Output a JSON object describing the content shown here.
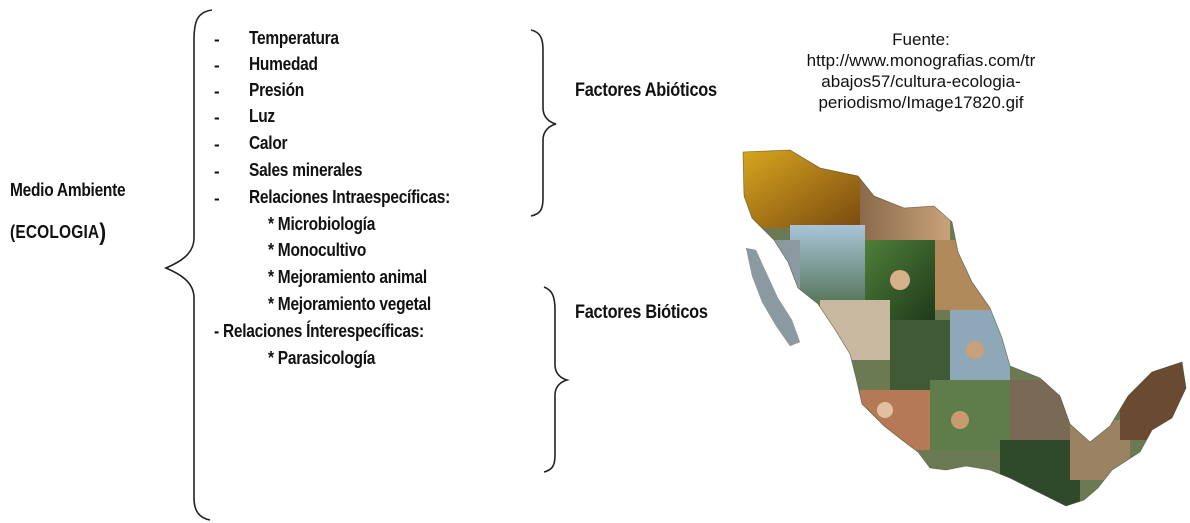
{
  "root": {
    "title": "Medio Ambiente",
    "subtitle_open": "(ECOLOGIA",
    "subtitle_close": ")"
  },
  "abiotic_items": [
    "Temperatura",
    "Humedad",
    "Presión",
    "Luz",
    "Calor",
    "Sales minerales",
    "Relaciones Intraespecíficas:"
  ],
  "intra_subitems": [
    "* Microbiología",
    "* Monocultivo",
    "* Mejoramiento animal",
    "* Mejoramiento vegetal"
  ],
  "inter": {
    "label": "- Relaciones Ínterespecíficas:",
    "subitems": [
      "* Parasicología"
    ]
  },
  "groups": {
    "abiotic": "Factores Abióticos",
    "biotic": "Factores Bióticos"
  },
  "source": {
    "lines": [
      "Fuente:",
      "http://www.monografias.com/tr",
      "abajos57/cultura-ecologia-",
      "periodismo/Image17820.gif"
    ]
  },
  "colors": {
    "text": "#111111",
    "bracket": "#222222"
  }
}
